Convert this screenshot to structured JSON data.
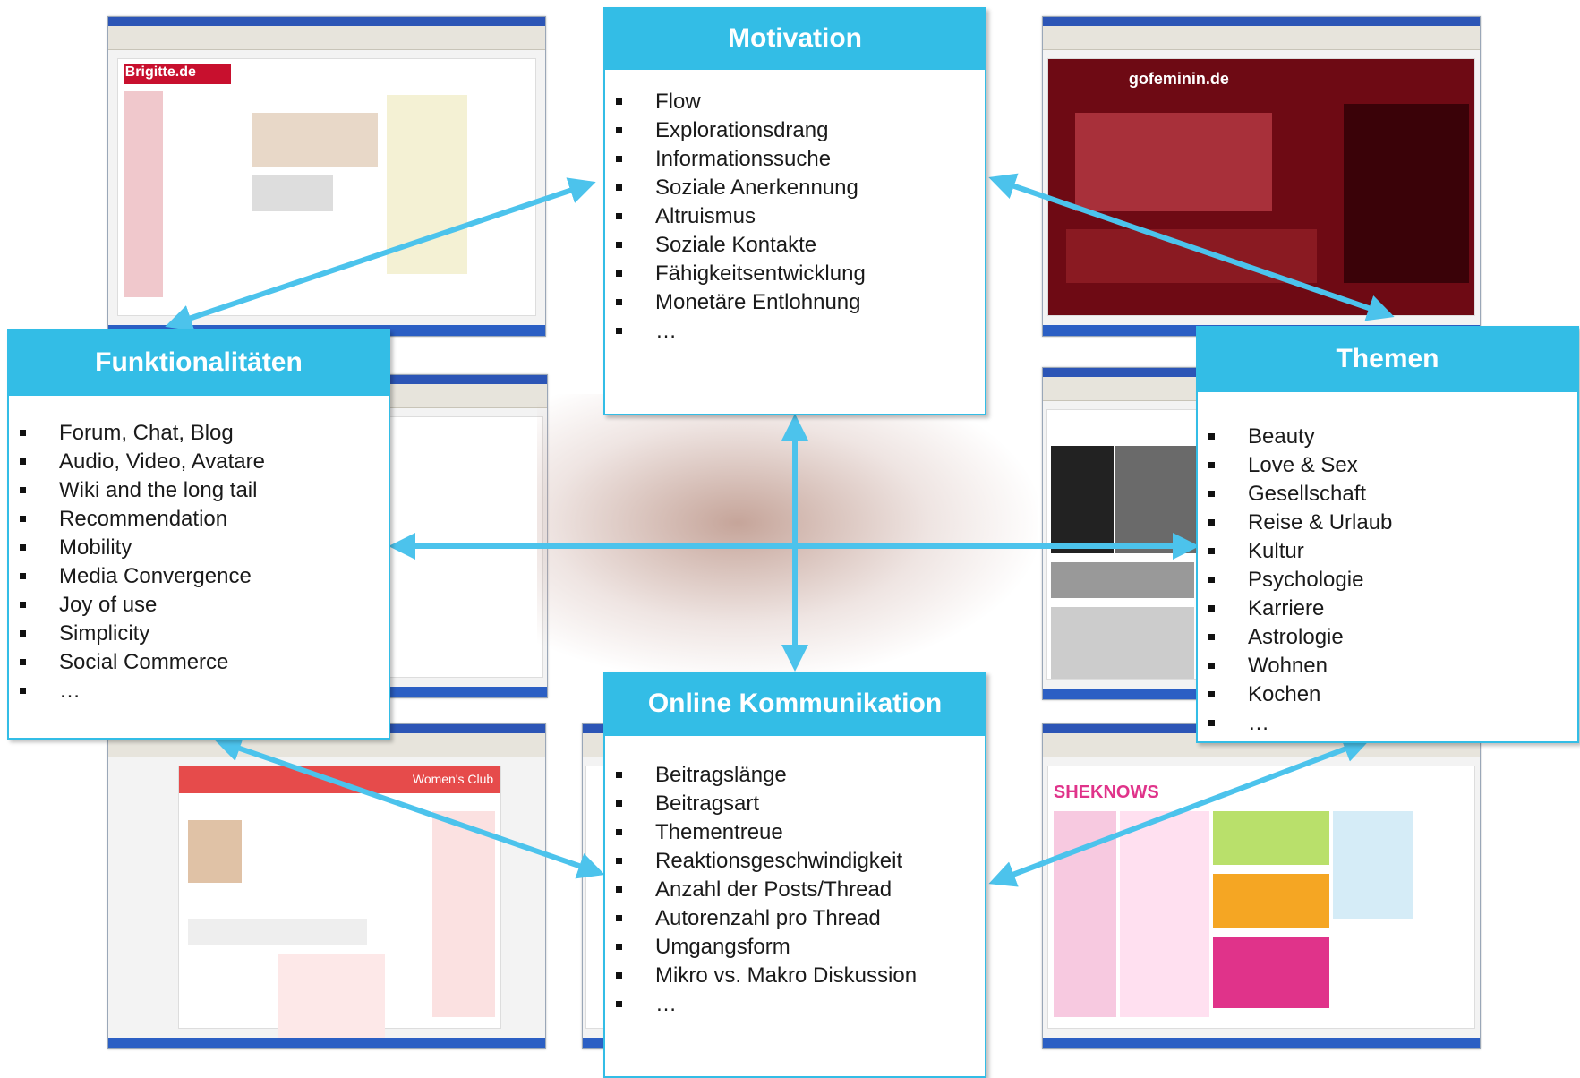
{
  "boxes": {
    "motivation": {
      "title": "Motivation",
      "items": [
        "Flow",
        "Explorationsdrang",
        "Informationssuche",
        "Soziale Anerkennung",
        "Altruismus",
        "Soziale Kontakte",
        "Fähigkeitsentwicklung",
        "Monetäre Entlohnung",
        "…"
      ]
    },
    "funktionalitaeten": {
      "title": "Funktionalitäten",
      "items": [
        "Forum, Chat, Blog",
        "Audio, Video, Avatare",
        "Wiki and the long tail",
        "Recommendation",
        "Mobility",
        "Media Convergence",
        "Joy of use",
        "Simplicity",
        "Social Commerce",
        "…"
      ]
    },
    "themen": {
      "title": "Themen",
      "items": [
        "Beauty",
        "Love & Sex",
        "Gesellschaft",
        "Reise & Urlaub",
        "Kultur",
        "Psychologie",
        "Karriere",
        "Astrologie",
        "Wohnen",
        "Kochen",
        "…"
      ]
    },
    "online_kommunikation": {
      "title": "Online Kommunikation",
      "items": [
        "Beitragslänge",
        "Beitragsart",
        "Thementreue",
        "Reaktionsgeschwindigkeit",
        "Anzahl der Posts/Thread",
        "Autorenzahl pro Thread",
        "Umgangsform",
        "Mikro vs. Makro Diskussion",
        "…"
      ]
    }
  },
  "screenshots": {
    "brigitte": {
      "logo": "Brigitte.de",
      "accent": "#c8102e"
    },
    "gofeminin": {
      "logo": "gofeminin.de",
      "accent": "#8b0a16"
    },
    "elle": {
      "accent": "#222222"
    },
    "womenweb": {
      "logo": "Women's Club",
      "accent": "#e64b4b"
    },
    "sheknows": {
      "logo": "SHEKNOWS",
      "accent": "#e0338a"
    }
  },
  "colors": {
    "accent": "#33bde6",
    "arrow": "#4cc3ec"
  }
}
